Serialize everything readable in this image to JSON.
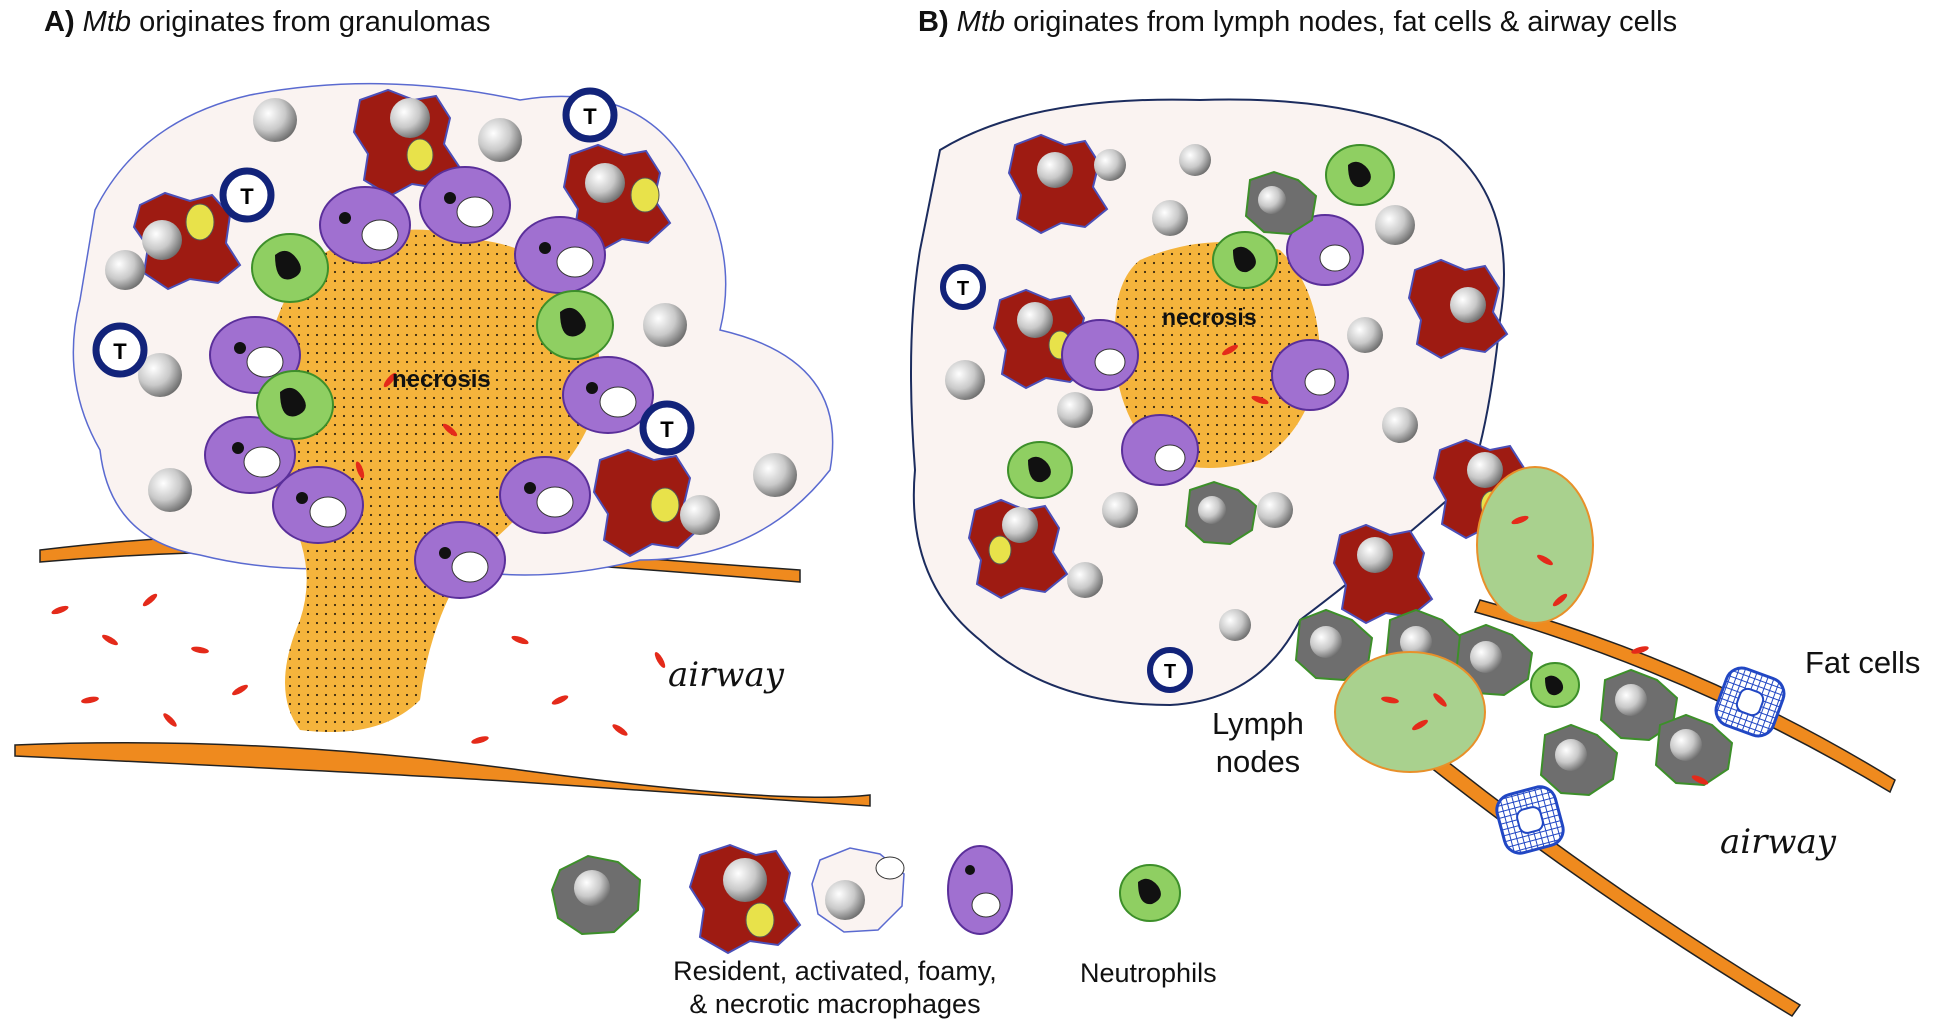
{
  "panel_a": {
    "letter": "A)",
    "organism": "Mtb",
    "title_rest": " originates from granulomas",
    "necrosis_label": "necrosis",
    "airway_label": "airway",
    "t_cell_label": "T"
  },
  "panel_b": {
    "letter": "B)",
    "organism": "Mtb",
    "title_rest": " originates from lymph nodes, fat cells & airway cells",
    "necrosis_label": "necrosis",
    "airway_label": "airway",
    "lymph_label_line1": "Lymph",
    "lymph_label_line2": "nodes",
    "fat_label": "Fat cells",
    "t_cell_label": "T"
  },
  "legend": {
    "macrophages_line1": "Resident, activated, foamy,",
    "macrophages_line2": "& necrotic macrophages",
    "neutrophils": "Neutrophils"
  },
  "colors": {
    "necrosis": "#f5b43c",
    "foamy_macrophage": "#faf3f1",
    "activated_macrophage": "#9e1b12",
    "necrotic_macrophage": "#a070d0",
    "resident_macrophage": "#6e6e6e",
    "neutrophil": "#8fcf62",
    "t_cell_ring": "#12237a",
    "airway_wall": "#ef8a1e",
    "lymph_node": "#a9d18e",
    "bacteria": "#e42a1a",
    "fat_cell": "#2147c4"
  }
}
